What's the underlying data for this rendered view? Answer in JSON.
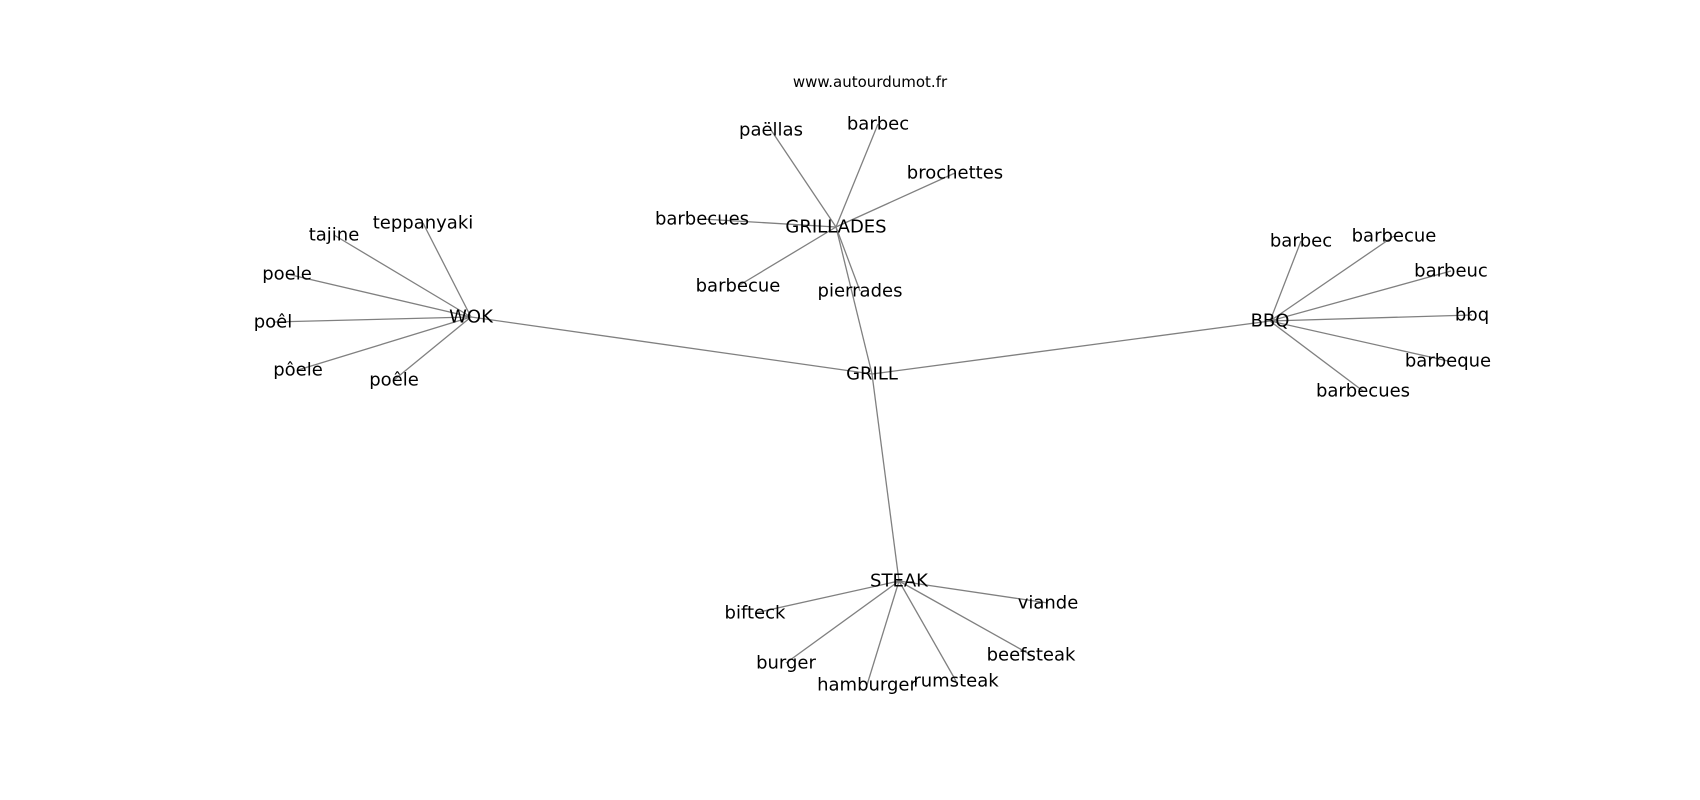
{
  "watermark": "www.autourdumot.fr",
  "graph": {
    "nodes": [
      {
        "id": "grill",
        "label": "GRILL"
      },
      {
        "id": "grillades",
        "label": "GRILLADES"
      },
      {
        "id": "wok",
        "label": "WOK"
      },
      {
        "id": "bbq",
        "label": "BBQ"
      },
      {
        "id": "steak",
        "label": "STEAK"
      },
      {
        "id": "paellas",
        "label": "paëllas"
      },
      {
        "id": "barbec1",
        "label": "barbec"
      },
      {
        "id": "brochettes",
        "label": "brochettes"
      },
      {
        "id": "barbecues1",
        "label": "barbecues"
      },
      {
        "id": "barbecue1",
        "label": "barbecue"
      },
      {
        "id": "pierrades",
        "label": "pierrades"
      },
      {
        "id": "tajine",
        "label": "tajine"
      },
      {
        "id": "teppanyaki",
        "label": "teppanyaki"
      },
      {
        "id": "poele",
        "label": "poele"
      },
      {
        "id": "poel",
        "label": "poêl"
      },
      {
        "id": "poele2",
        "label": "pôele"
      },
      {
        "id": "poele3",
        "label": "poêle"
      },
      {
        "id": "barbec2",
        "label": "barbec"
      },
      {
        "id": "barbecue2",
        "label": "barbecue"
      },
      {
        "id": "barbeuc",
        "label": "barbeuc"
      },
      {
        "id": "bbq_l",
        "label": "bbq"
      },
      {
        "id": "barbeque",
        "label": "barbeque"
      },
      {
        "id": "barbecues2",
        "label": "barbecues"
      },
      {
        "id": "bifteck",
        "label": "bifteck"
      },
      {
        "id": "burger",
        "label": "burger"
      },
      {
        "id": "hamburger",
        "label": "hamburger"
      },
      {
        "id": "rumsteak",
        "label": "rumsteak"
      },
      {
        "id": "beefsteak",
        "label": "beefsteak"
      },
      {
        "id": "viande",
        "label": "viande"
      }
    ],
    "edges": [
      [
        "grill",
        "grillades"
      ],
      [
        "grill",
        "wok"
      ],
      [
        "grill",
        "bbq"
      ],
      [
        "grill",
        "steak"
      ],
      [
        "grillades",
        "paellas"
      ],
      [
        "grillades",
        "barbec1"
      ],
      [
        "grillades",
        "brochettes"
      ],
      [
        "grillades",
        "barbecues1"
      ],
      [
        "grillades",
        "barbecue1"
      ],
      [
        "grillades",
        "pierrades"
      ],
      [
        "wok",
        "tajine"
      ],
      [
        "wok",
        "teppanyaki"
      ],
      [
        "wok",
        "poele"
      ],
      [
        "wok",
        "poel"
      ],
      [
        "wok",
        "poele2"
      ],
      [
        "wok",
        "poele3"
      ],
      [
        "bbq",
        "barbec2"
      ],
      [
        "bbq",
        "barbecue2"
      ],
      [
        "bbq",
        "barbeuc"
      ],
      [
        "bbq",
        "bbq_l"
      ],
      [
        "bbq",
        "barbeque"
      ],
      [
        "bbq",
        "barbecues2"
      ],
      [
        "steak",
        "bifteck"
      ],
      [
        "steak",
        "burger"
      ],
      [
        "steak",
        "hamburger"
      ],
      [
        "steak",
        "rumsteak"
      ],
      [
        "steak",
        "beefsteak"
      ],
      [
        "steak",
        "viande"
      ]
    ]
  }
}
